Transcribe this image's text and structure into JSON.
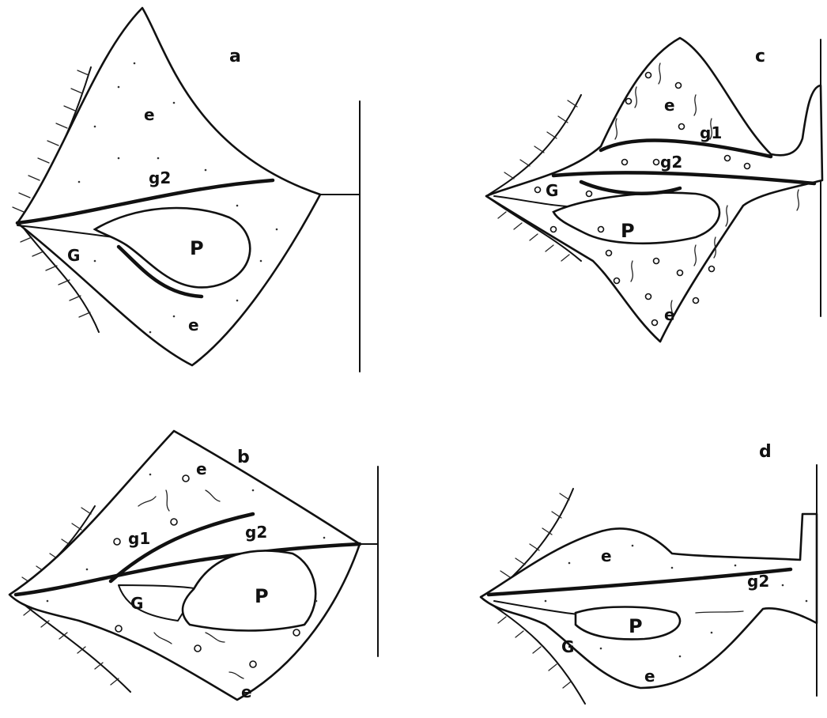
{
  "panels": {
    "a": {
      "letter": "a",
      "labels": {
        "e_upper": "e",
        "g2": "g2",
        "G": "G",
        "P": "P",
        "e_lower": "e"
      }
    },
    "b": {
      "letter": "b",
      "labels": {
        "e_upper": "e",
        "g1": "g1",
        "g2": "g2",
        "G": "G",
        "P": "P",
        "e_lower": "e"
      }
    },
    "c": {
      "letter": "c",
      "labels": {
        "e_upper": "e",
        "g1": "g1",
        "g2": "g2",
        "G": "G",
        "P": "P",
        "e_lower": "e"
      }
    },
    "d": {
      "letter": "d",
      "labels": {
        "e_upper": "e",
        "g2": "g2",
        "G": "G",
        "P": "P",
        "e_lower": "e"
      }
    }
  }
}
